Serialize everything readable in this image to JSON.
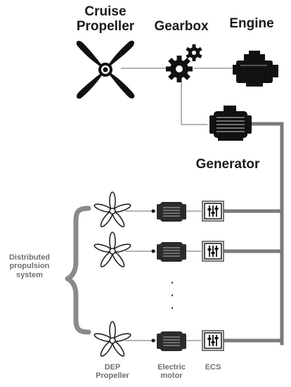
{
  "labels": {
    "cruise_propeller": "Cruise\nPropeller",
    "gearbox": "Gearbox",
    "engine": "Engine",
    "generator": "Generator",
    "distributed_system": "Distributed\npropulsion\nsystem",
    "dep_propeller": "DEP\nPropeller",
    "electric_motor": "Electric\nmotor",
    "ecs": "ECS",
    "ellipsis": "·\n·\n·"
  },
  "icons": {
    "cruise_propeller": "propeller-icon",
    "gearbox": "gears-icon",
    "engine": "engine-icon",
    "generator": "generator-icon",
    "dep_propeller": "propeller-icon",
    "electric_motor": "motor-icon",
    "ecs": "ecs-icon"
  },
  "colors": {
    "bus": "#7a7a7a",
    "icon_dark": "#111111",
    "motor_body": "#2b2b2b",
    "label_gray": "#6f6f6f"
  }
}
